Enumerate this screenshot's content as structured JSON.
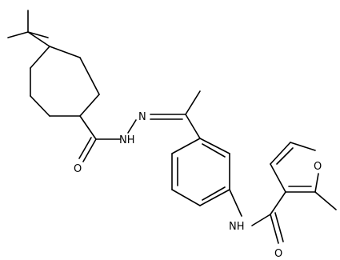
{
  "atom_labels": {
    "nh_hydrazide": "NH",
    "n_imine": "N",
    "o_carbonyl_1": "O",
    "nh_amide": "NH",
    "o_carbonyl_2": "O",
    "o_furan": "O"
  }
}
